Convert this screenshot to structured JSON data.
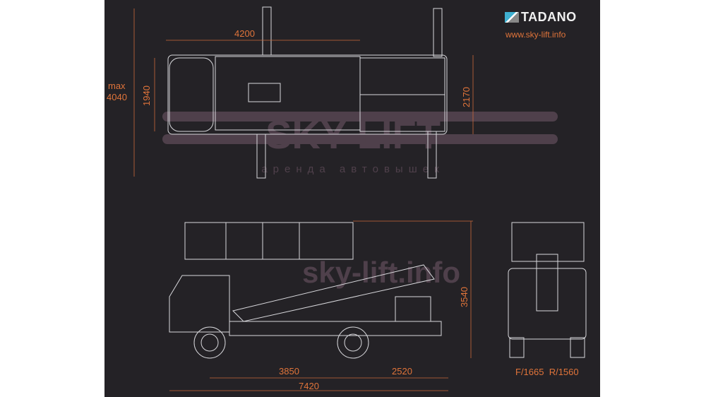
{
  "brand": {
    "logo_text": "TADANO",
    "website": "www.sky-lift.info"
  },
  "watermark": {
    "main": "SKY LIFT",
    "sub": "аренда автовышек",
    "center": "sky-lift.info"
  },
  "top_view": {
    "dim_length_outriggers": "4200",
    "dim_width_cab": "1940",
    "dim_width_outriggers_label": "max",
    "dim_width_outriggers": "4040",
    "dim_width_rear": "2170"
  },
  "side_view": {
    "dim_height": "3540",
    "dim_wheelbase": "3850",
    "dim_rear_overhang": "2520",
    "dim_total_length": "7420"
  },
  "rear_view": {
    "dim_track": "F/1665  R/1560"
  },
  "colors": {
    "background": "#242226",
    "lines": "#d8d8dc",
    "dimensions": "#e0743a"
  }
}
